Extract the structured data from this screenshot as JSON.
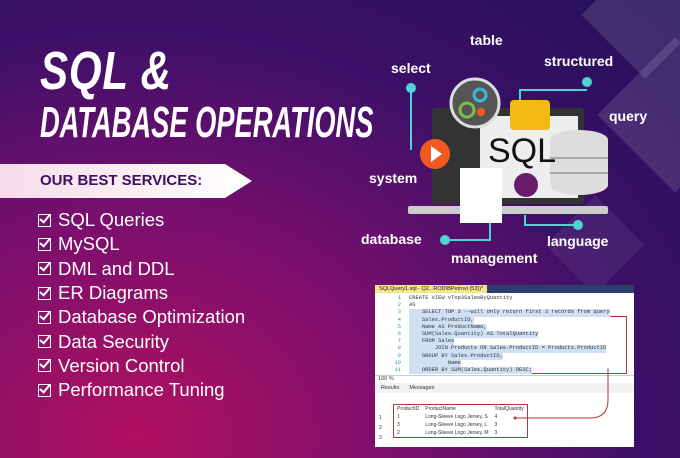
{
  "title": {
    "line1": "SQL &",
    "line2": "DATABASE OPERATIONS"
  },
  "banner": "OUR BEST SERVICES:",
  "services": [
    "SQL Queries",
    "MySQL",
    "DML and DDL",
    "ER Diagrams",
    "Database Optimization",
    "Data Security",
    "Version Control",
    "Performance Tuning"
  ],
  "illustration": {
    "words": {
      "table": "table",
      "select": "select",
      "structured": "structured",
      "query": "query",
      "system": "system",
      "database": "database",
      "management": "management",
      "language": "language"
    },
    "screen_label": "SQL"
  },
  "editor": {
    "tab": "SQLQuery1.sql - Q2...ROD\\BPetrovi (53))*",
    "code": [
      "CREATE VIEW vTop3SalesByQuantity",
      "AS",
      "    SELECT TOP 3 --will only return first 3 records from query",
      "    Sales.ProductID,",
      "    Name AS ProductName,",
      "    SUM(Sales.Quantity) AS TotalQuantity",
      "    FROM Sales",
      "        JOIN Products ON Sales.ProductID = Products.ProductID",
      "    GROUP BY Sales.ProductID,",
      "            Name",
      "    ORDER BY SUM(Sales.Quantity) DESC;"
    ],
    "zoom": "100 %",
    "tabs": [
      "Results",
      "Messages"
    ],
    "columns": [
      "ProductID",
      "ProductName",
      "TotalQuantity"
    ],
    "rows": [
      [
        "1",
        "1",
        "Long-Sleeve Logo Jersey, S",
        "4"
      ],
      [
        "2",
        "3",
        "Long-Sleeve Logo Jersey, L",
        "3"
      ],
      [
        "3",
        "2",
        "Long-Sleeve Logo Jersey, M",
        "3"
      ]
    ]
  },
  "colors": {
    "accent": "#4fd3d3",
    "banner_text": "#3b1060"
  }
}
